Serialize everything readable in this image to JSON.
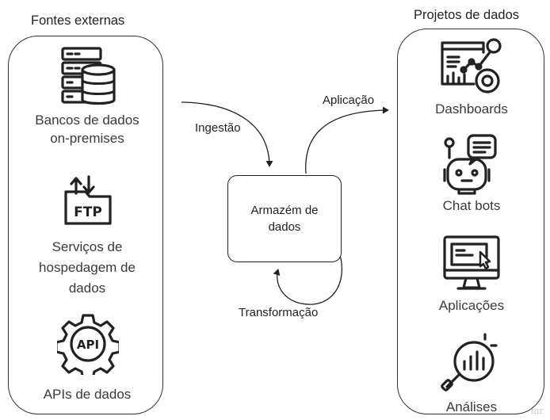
{
  "left_group": {
    "title": "Fontes externas",
    "items": [
      {
        "icon": "database-server-icon",
        "label_lines": [
          "Bancos de dados",
          "on-premises"
        ]
      },
      {
        "icon": "ftp-folder-icon",
        "label_lines": [
          "Serviços de",
          "hospedagem de",
          "dados"
        ]
      },
      {
        "icon": "api-gear-icon",
        "label_lines": [
          "APIs de dados"
        ]
      }
    ]
  },
  "center": {
    "hub_lines": [
      "Armazém de",
      "dados"
    ],
    "edges": {
      "ingest": "Ingestão",
      "apply": "Aplicação",
      "transform": "Transformação"
    }
  },
  "right_group": {
    "title": "Projetos de dados",
    "items": [
      {
        "icon": "dashboard-icon",
        "label": "Dashboards"
      },
      {
        "icon": "chatbot-icon",
        "label": "Chat bots"
      },
      {
        "icon": "monitor-app-icon",
        "label": "Aplicações"
      },
      {
        "icon": "analytics-magnifier-icon",
        "label": "Análises"
      }
    ]
  },
  "colors": {
    "stroke": "#222222",
    "text": "#3a3a3a",
    "background": "#ffffff"
  }
}
